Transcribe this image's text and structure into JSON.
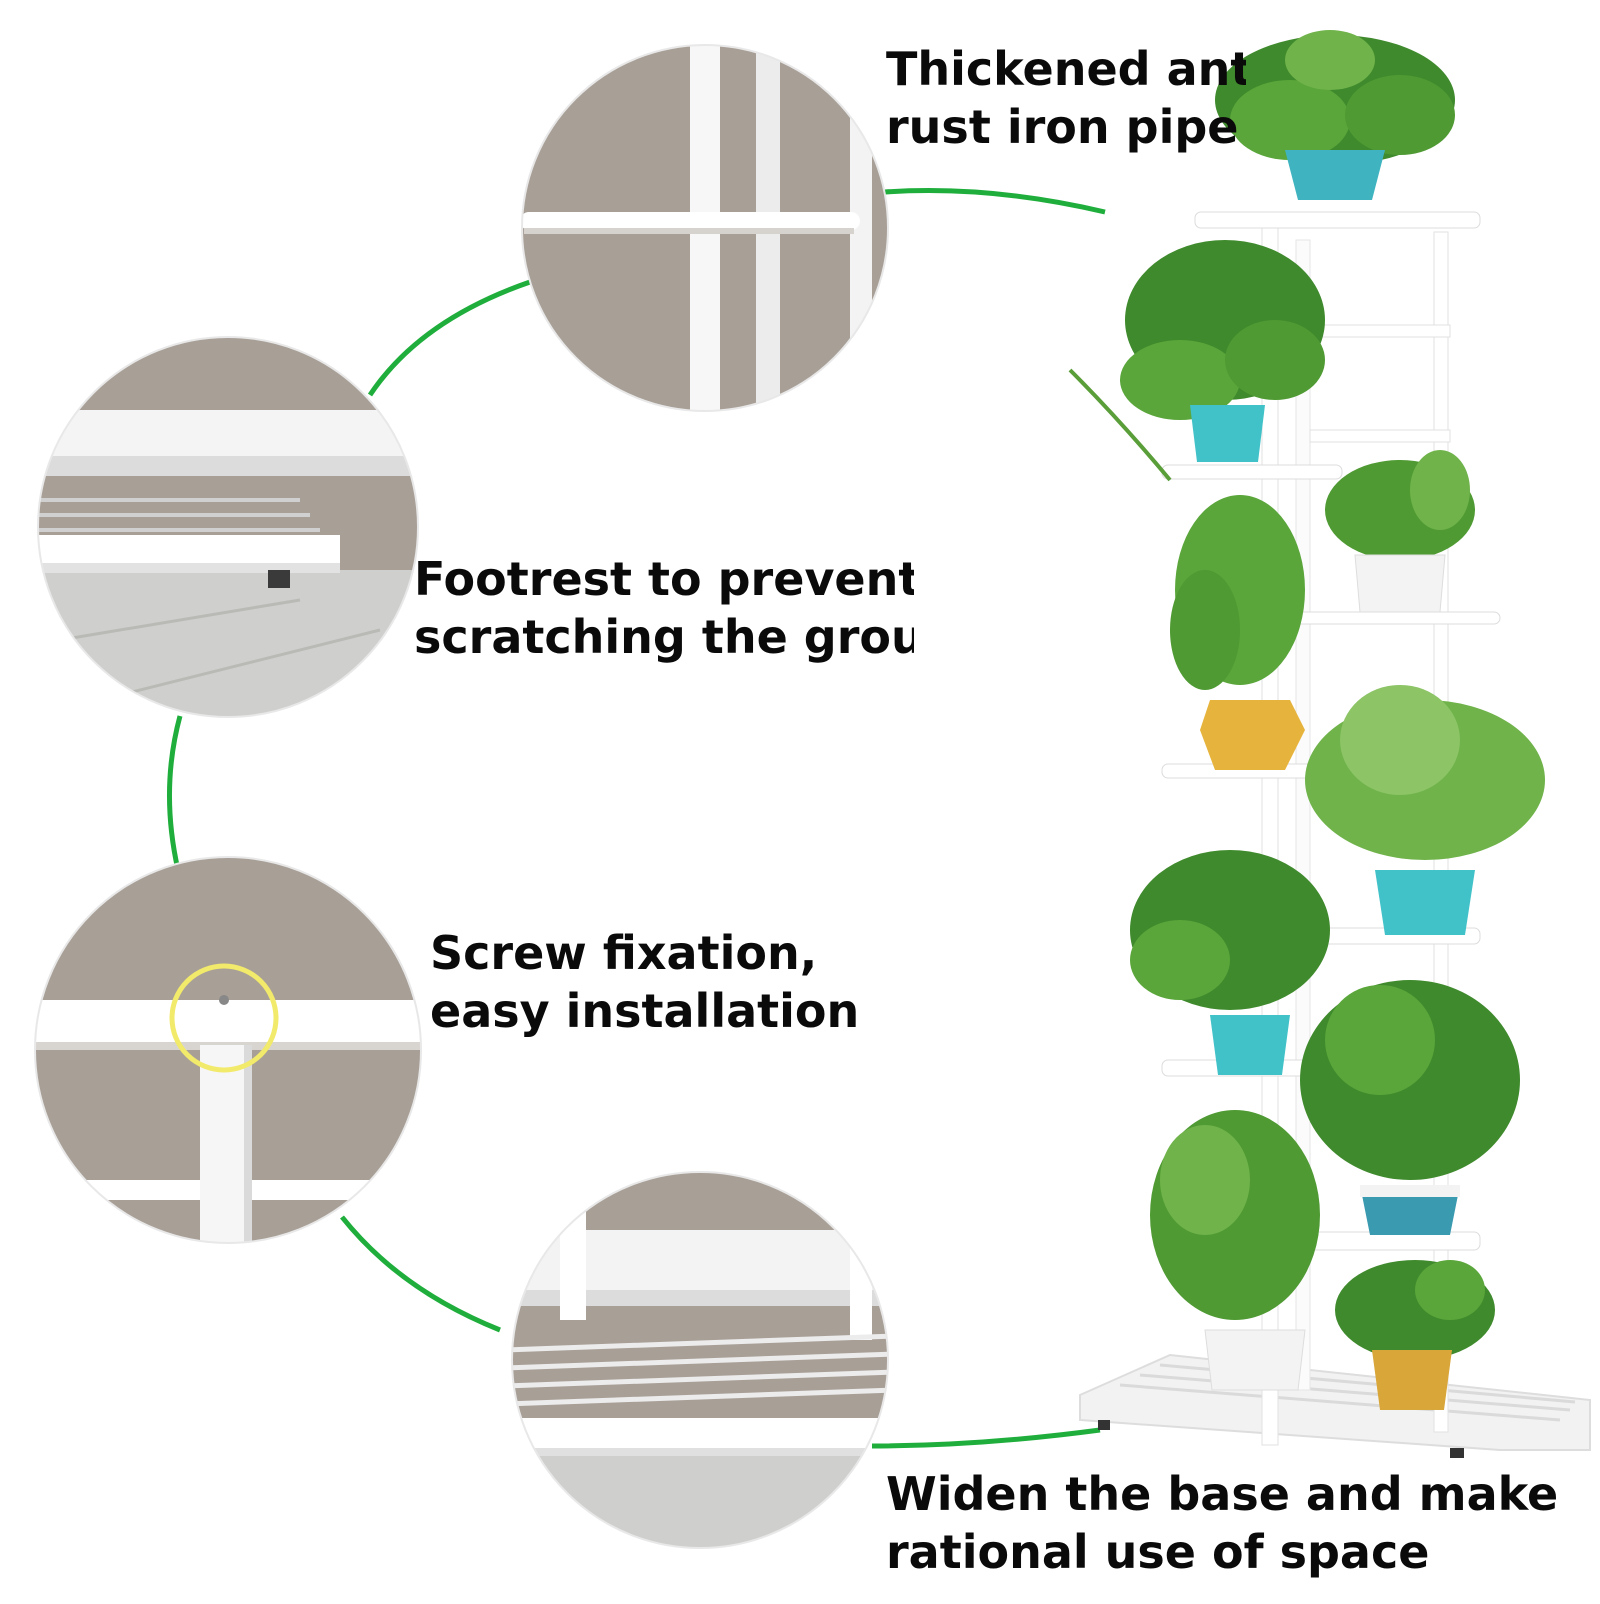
{
  "captions": {
    "pipe": {
      "line1": "Thickened anti",
      "line2": "rust iron pipe"
    },
    "footrest": {
      "line1": "Footrest to prevent",
      "line2": "scratching the groun"
    },
    "screw": {
      "line1": "Screw fixation,",
      "line2": "easy installation"
    },
    "base": {
      "line1": "Widen the base and make",
      "line2": "rational use of space"
    }
  },
  "colors": {
    "connector": "#1fae3c",
    "wall": "#a89f97",
    "frame": "#ffffff",
    "floor": "#cfcfcd",
    "leaf": "#3f8a2c",
    "leaf_light": "#6fb34a",
    "pot_teal": "#41c2c9",
    "pot_gold": "#e6b43c",
    "pot_white": "#f3f3f3",
    "highlight": "#f2ea6a"
  },
  "icons": [
    "magnified-pipe-detail",
    "magnified-footrest-detail",
    "magnified-screw-detail",
    "magnified-base-detail",
    "plant-stand-product"
  ]
}
